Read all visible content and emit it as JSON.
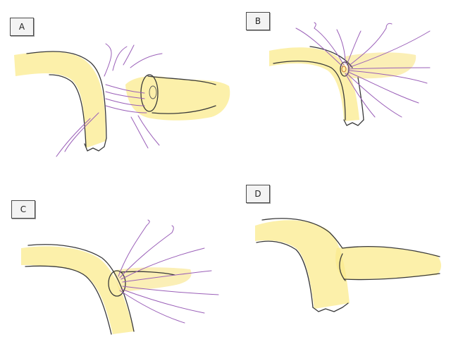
{
  "panels": [
    {
      "id": "a",
      "label": "A"
    },
    {
      "id": "b",
      "label": "B"
    },
    {
      "id": "c",
      "label": "C"
    },
    {
      "id": "d",
      "label": "D"
    }
  ],
  "colors": {
    "tube_fill": "#fbeb8e",
    "outline": "#3a3a3a",
    "suture": "#9a5fb8",
    "label_bg": "#f3f3f3"
  }
}
